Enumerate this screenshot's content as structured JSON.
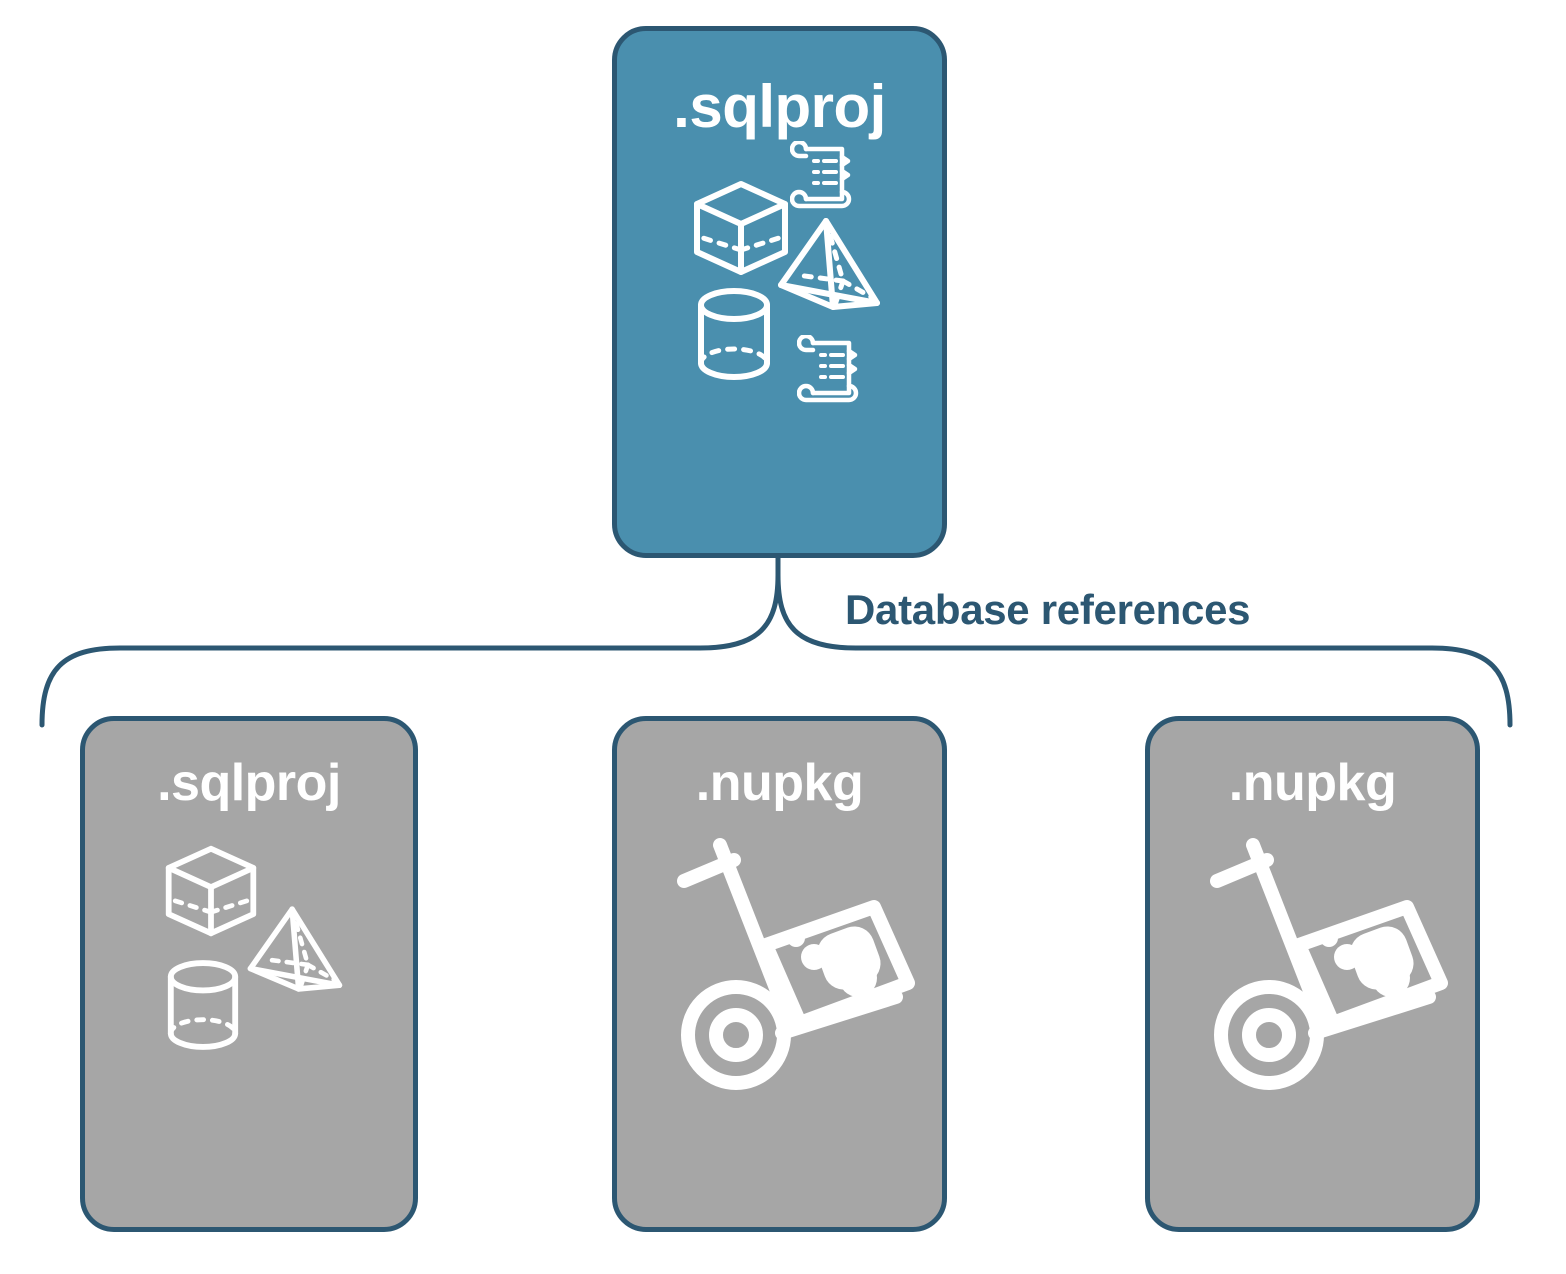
{
  "diagram": {
    "type": "hierarchy",
    "title": "Database references",
    "colors": {
      "primary_fill": "#4A8FAE",
      "secondary_fill": "#A6A6A6",
      "stroke": "#2C5772",
      "icon": "#FFFFFF",
      "background": "#FFFFFF"
    },
    "connector": {
      "style": "curly-brace",
      "label": "Database references",
      "label_color": "#2C5772"
    },
    "root": {
      "id": "root-sqlproj",
      "label": ".sqlproj",
      "fill": "#4A8FAE",
      "icons": [
        "cube-icon",
        "script-scroll-icon",
        "pyramid-icon",
        "cylinder-icon",
        "script-scroll-icon"
      ]
    },
    "children": [
      {
        "id": "ref-sqlproj",
        "label": ".sqlproj",
        "fill": "#A6A6A6",
        "icons": [
          "cube-icon",
          "pyramid-icon",
          "cylinder-icon"
        ]
      },
      {
        "id": "ref-nupkg-1",
        "label": ".nupkg",
        "fill": "#A6A6A6",
        "icons": [
          "hand-truck-package-icon"
        ]
      },
      {
        "id": "ref-nupkg-2",
        "label": ".nupkg",
        "fill": "#A6A6A6",
        "icons": [
          "hand-truck-package-icon"
        ]
      }
    ]
  }
}
